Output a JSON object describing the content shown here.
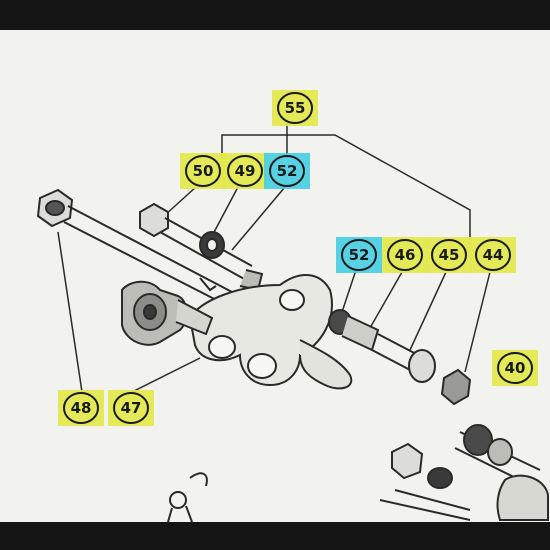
{
  "colors": {
    "screen_bezel": "#141414",
    "paper": "#f2f2ee",
    "line": "#2a2a2a",
    "part_dark": "#3a3a3a",
    "highlight_yellow": "#e2e84a",
    "highlight_cyan": "#49cfe3"
  },
  "callouts": [
    {
      "id": "c55",
      "number": "55",
      "highlight": "yellow"
    },
    {
      "id": "c50",
      "number": "50",
      "highlight": "yellow"
    },
    {
      "id": "c49",
      "number": "49",
      "highlight": "yellow"
    },
    {
      "id": "c52a",
      "number": "52",
      "highlight": "cyan"
    },
    {
      "id": "c52b",
      "number": "52",
      "highlight": "cyan"
    },
    {
      "id": "c46",
      "number": "46",
      "highlight": "yellow"
    },
    {
      "id": "c45",
      "number": "45",
      "highlight": "yellow"
    },
    {
      "id": "c44",
      "number": "44",
      "highlight": "yellow"
    },
    {
      "id": "c40",
      "number": "40",
      "highlight": "yellow"
    },
    {
      "id": "c48",
      "number": "48",
      "highlight": "yellow"
    },
    {
      "id": "c47",
      "number": "47",
      "highlight": "yellow"
    }
  ]
}
